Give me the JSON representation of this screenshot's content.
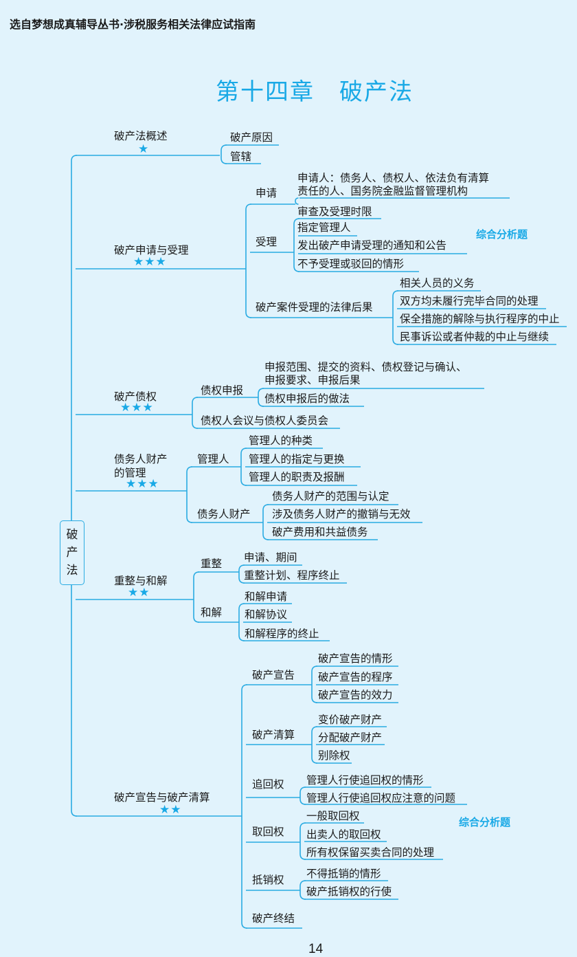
{
  "header": {
    "book": "选自梦想成真辅导丛书·涉税服务相关法律应试指南"
  },
  "title": {
    "text": "第十四章　破产法"
  },
  "root": {
    "chars": [
      "破",
      "产",
      "法"
    ]
  },
  "colors": {
    "accent": "#19a9e6",
    "line": "#29abe2",
    "background": "#e1f3fc"
  },
  "branches": [
    {
      "label": "破产法概述",
      "stars": "★",
      "items": [
        "破产原因",
        "管辖"
      ]
    },
    {
      "label": "破产申请与受理",
      "stars": "★★★",
      "subs": [
        {
          "label": "申请",
          "items": [
            "申请人：债务人、债权人、依法负有清算",
            "责任的人、国务院金融监督管理机构"
          ]
        },
        {
          "label": "受理",
          "items": [
            "审查及受理时限",
            "指定管理人",
            "发出破产申请受理的通知和公告",
            "不予受理或驳回的情形"
          ]
        },
        {
          "label": "破产案件受理的法律后果",
          "items": [
            "相关人员的义务",
            "双方均未履行完毕合同的处理",
            "保全措施的解除与执行程序的中止",
            "民事诉讼或者仲裁的中止与继续"
          ]
        }
      ]
    },
    {
      "label": "破产债权",
      "stars": "★★★",
      "subs": [
        {
          "label": "债权申报",
          "items": [
            "申报范围、提交的资料、债权登记与确认、",
            "申报要求、申报后果",
            "债权申报后的做法"
          ]
        },
        {
          "label": "债权人会议与债权人委员会",
          "items": []
        }
      ]
    },
    {
      "label": "债务人财产",
      "label2": "的管理",
      "stars": "★★★",
      "subs": [
        {
          "label": "管理人",
          "items": [
            "管理人的种类",
            "管理人的指定与更换",
            "管理人的职责及报酬"
          ]
        },
        {
          "label": "债务人财产",
          "items": [
            "债务人财产的范围与认定",
            "涉及债务人财产的撤销与无效",
            "破产费用和共益债务"
          ]
        }
      ]
    },
    {
      "label": "重整与和解",
      "stars": "★★",
      "subs": [
        {
          "label": "重整",
          "items": [
            "申请、期间",
            "重整计划、程序终止"
          ]
        },
        {
          "label": "和解",
          "items": [
            "和解申请",
            "和解协议",
            "和解程序的终止"
          ]
        }
      ]
    },
    {
      "label": "破产宣告与破产清算",
      "stars": "★★",
      "subs": [
        {
          "label": "破产宣告",
          "items": [
            "破产宣告的情形",
            "破产宣告的程序",
            "破产宣告的效力"
          ]
        },
        {
          "label": "破产清算",
          "items": [
            "变价破产财产",
            "分配破产财产",
            "别除权"
          ]
        },
        {
          "label": "追回权",
          "items": [
            "管理人行使追回权的情形",
            "管理人行使追回权应注意的问题"
          ]
        },
        {
          "label": "取回权",
          "items": [
            "一般取回权",
            "出卖人的取回权",
            "所有权保留买卖合同的处理"
          ]
        },
        {
          "label": "抵销权",
          "items": [
            "不得抵销的情形",
            "破产抵销权的行使"
          ]
        },
        {
          "label": "破产终结",
          "items": []
        }
      ]
    }
  ],
  "callouts": [
    "综合分析题",
    "综合分析题"
  ],
  "page_number": "14"
}
